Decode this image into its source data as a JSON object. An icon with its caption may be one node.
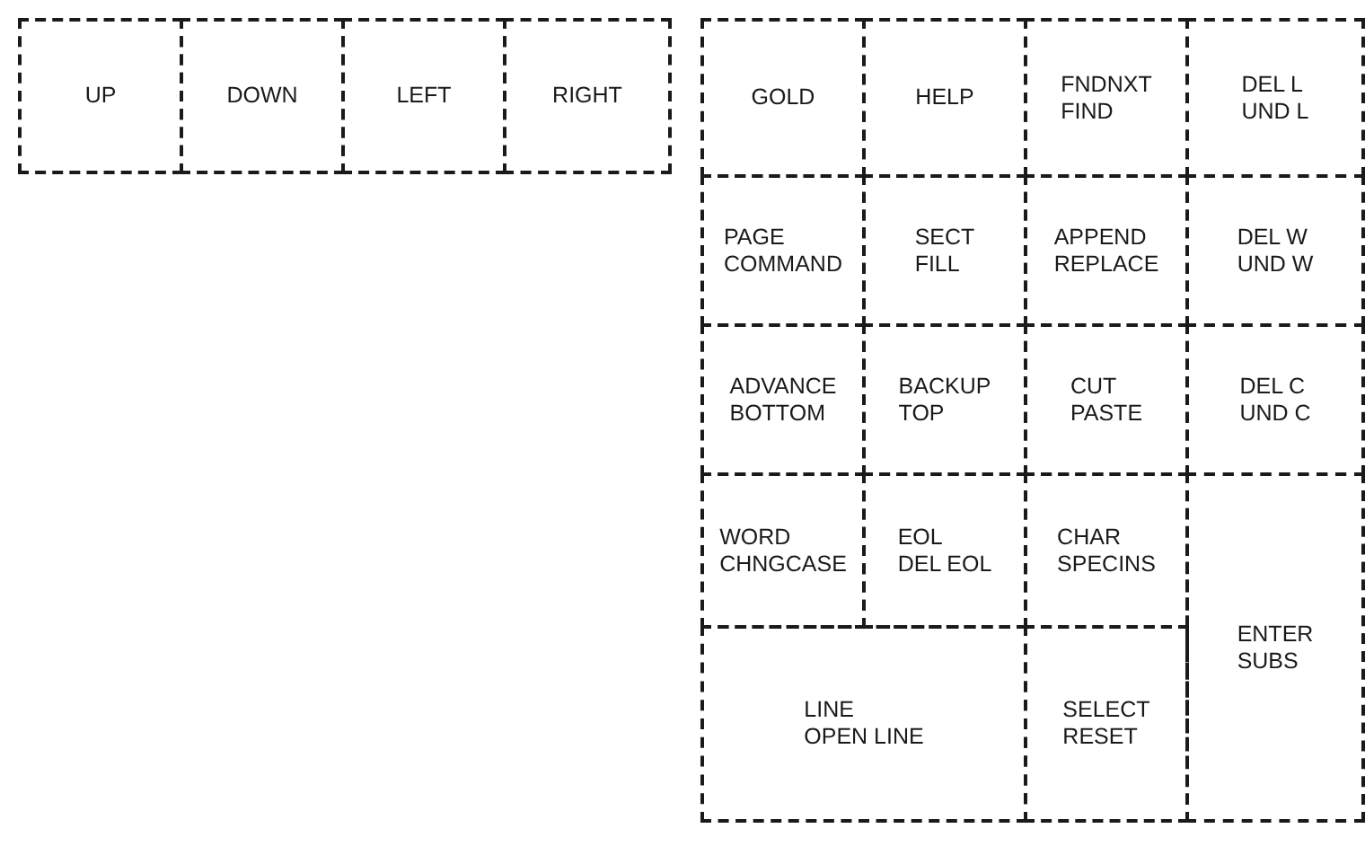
{
  "diagram": {
    "nodes": [
      {
        "text": [
          "UP"
        ]
      },
      {
        "text": [
          "DOWN"
        ]
      },
      {
        "text": [
          "LEFT"
        ]
      },
      {
        "text": [
          "RIGHT"
        ]
      },
      {
        "text": [
          "GOLD"
        ]
      },
      {
        "text": [
          "HELP"
        ]
      },
      {
        "text": [
          "FNDNXT",
          "FIND"
        ]
      },
      {
        "text": [
          "DEL L",
          "UND L"
        ]
      },
      {
        "text": [
          "PAGE",
          "COMMAND"
        ]
      },
      {
        "text": [
          "SECT",
          "FILL"
        ]
      },
      {
        "text": [
          "APPEND",
          "REPLACE"
        ]
      },
      {
        "text": [
          "DEL W",
          "UND W"
        ]
      },
      {
        "text": [
          "ADVANCE",
          "BOTTOM"
        ]
      },
      {
        "text": [
          "BACKUP",
          "TOP"
        ]
      },
      {
        "text": [
          "CUT",
          "PASTE"
        ]
      },
      {
        "text": [
          "DEL C",
          "UND C"
        ]
      },
      {
        "text": [
          "WORD",
          "CHNGCASE"
        ]
      },
      {
        "text": [
          "EOL",
          "DEL EOL"
        ]
      },
      {
        "text": [
          "CHAR",
          "SPECINS"
        ]
      },
      {
        "text": [
          "ENTER",
          "SUBS"
        ]
      },
      {
        "text": [
          "LINE",
          "OPEN LINE"
        ]
      },
      {
        "text": [
          "SELECT",
          "RESET"
        ]
      }
    ]
  }
}
